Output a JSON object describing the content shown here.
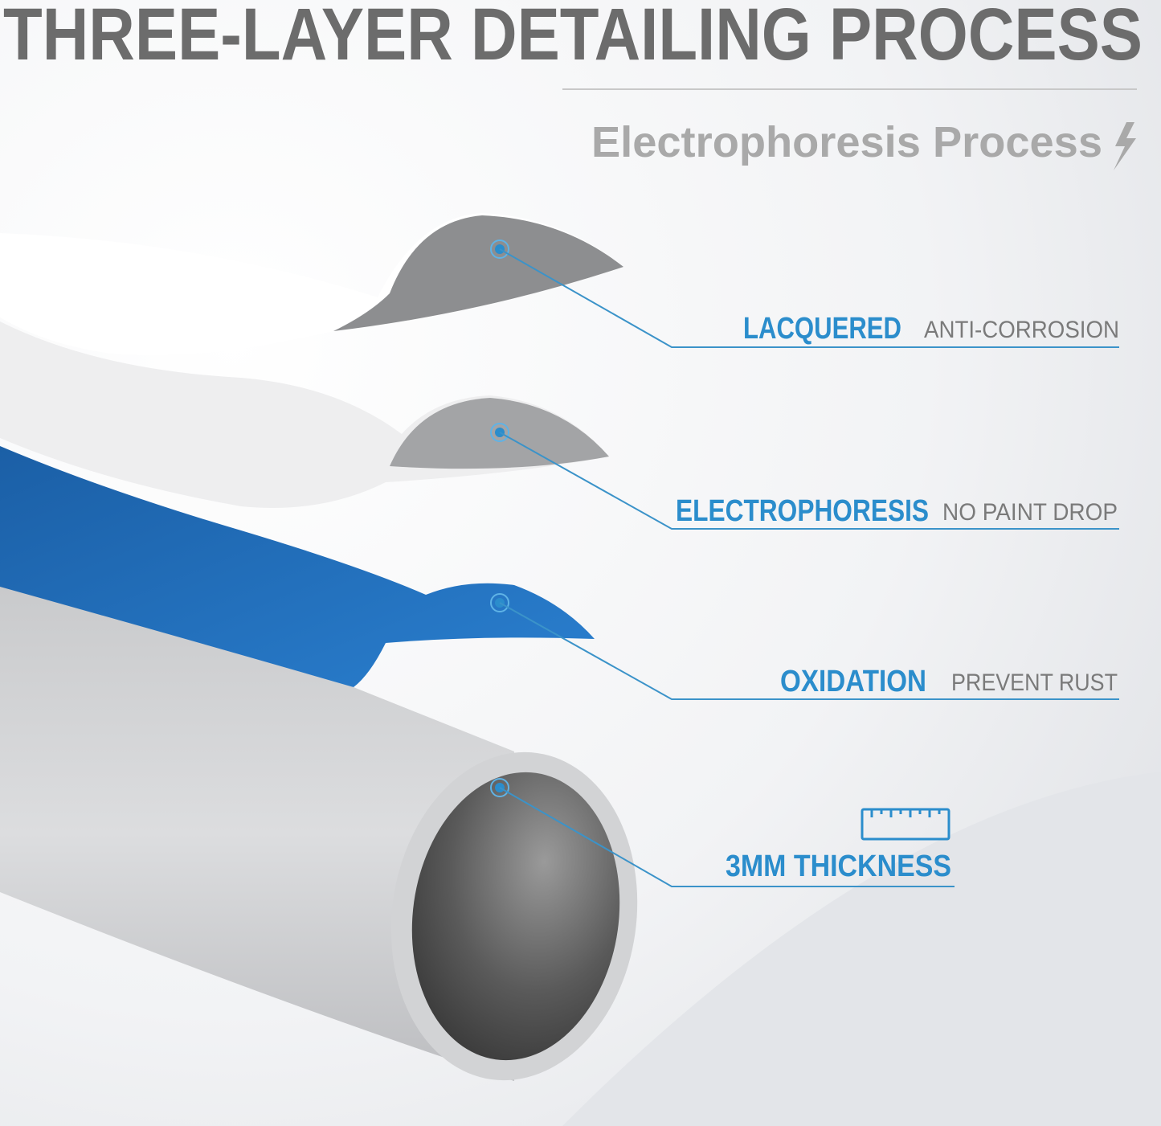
{
  "title": "THREE-LAYER DETAILING PROCESS",
  "subtitle": "Electrophoresis Process",
  "subtitle_icon": "lightning-bolt-icon",
  "callouts": [
    {
      "label": "LACQUERED",
      "description": "ANTI-CORROSION"
    },
    {
      "label": "ELECTROPHORESIS",
      "description": "NO PAINT DROP"
    },
    {
      "label": "OXIDATION",
      "description": "PREVENT RUST"
    },
    {
      "label": "3MM THICKNESS",
      "icon": "ruler-icon"
    }
  ],
  "colors": {
    "accent": "#2b8dcc",
    "title": "#6c6c6c",
    "layer_blue": "#1f6fb8"
  }
}
